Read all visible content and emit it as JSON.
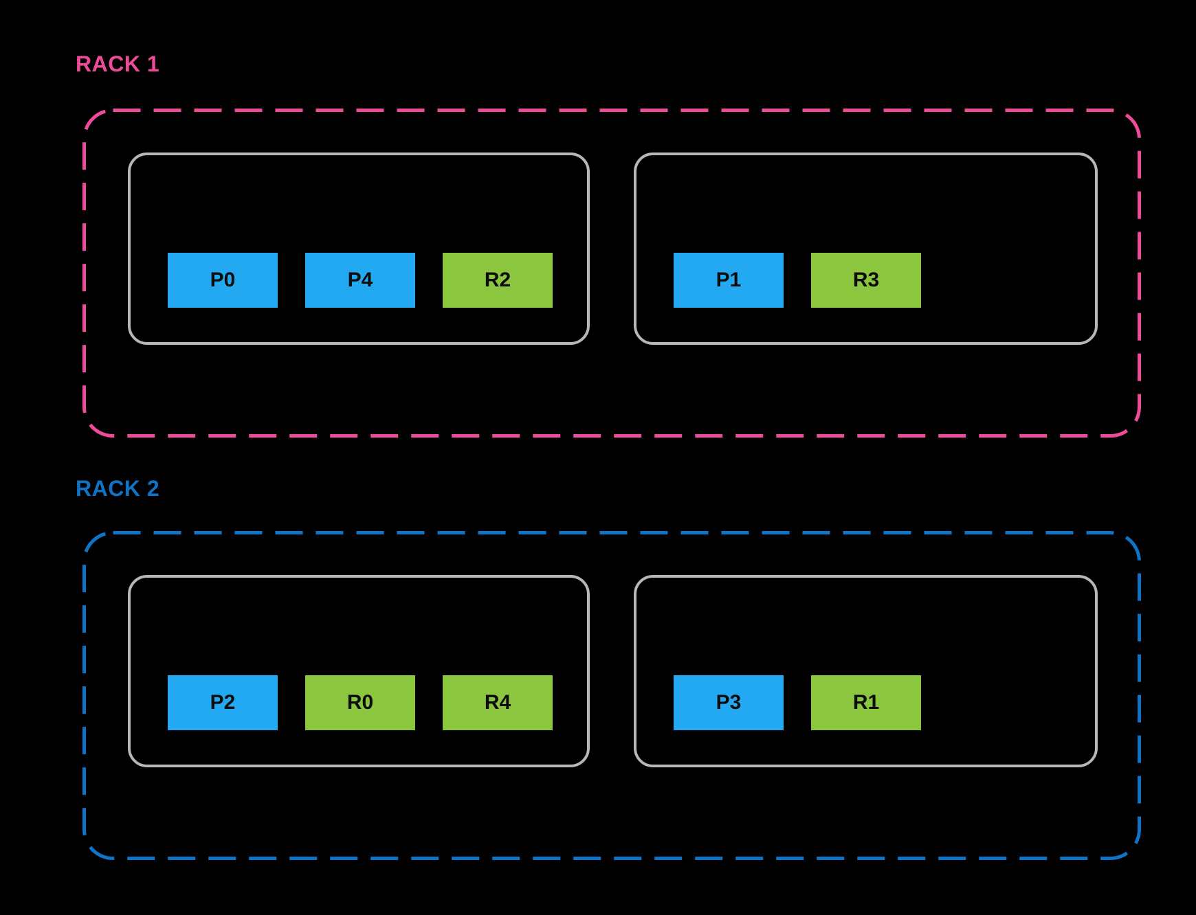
{
  "colors": {
    "background": "#000000",
    "rack1_accent": "#EE4C9B",
    "rack2_accent": "#0F73C6",
    "primary_block": "#22A9F1",
    "replica_block": "#8CC63E",
    "host_border": "#B7B7B7",
    "block_text": "#0D0D0D"
  },
  "racks": [
    {
      "label": "RACK 1",
      "hosts": [
        {
          "blocks": [
            {
              "label": "P0",
              "type": "primary"
            },
            {
              "label": "P4",
              "type": "primary"
            },
            {
              "label": "R2",
              "type": "replica"
            }
          ]
        },
        {
          "blocks": [
            {
              "label": "P1",
              "type": "primary"
            },
            {
              "label": "R3",
              "type": "replica"
            }
          ]
        }
      ]
    },
    {
      "label": "RACK 2",
      "hosts": [
        {
          "blocks": [
            {
              "label": "P2",
              "type": "primary"
            },
            {
              "label": "R0",
              "type": "replica"
            },
            {
              "label": "R4",
              "type": "replica"
            }
          ]
        },
        {
          "blocks": [
            {
              "label": "P3",
              "type": "primary"
            },
            {
              "label": "R1",
              "type": "replica"
            }
          ]
        }
      ]
    }
  ]
}
